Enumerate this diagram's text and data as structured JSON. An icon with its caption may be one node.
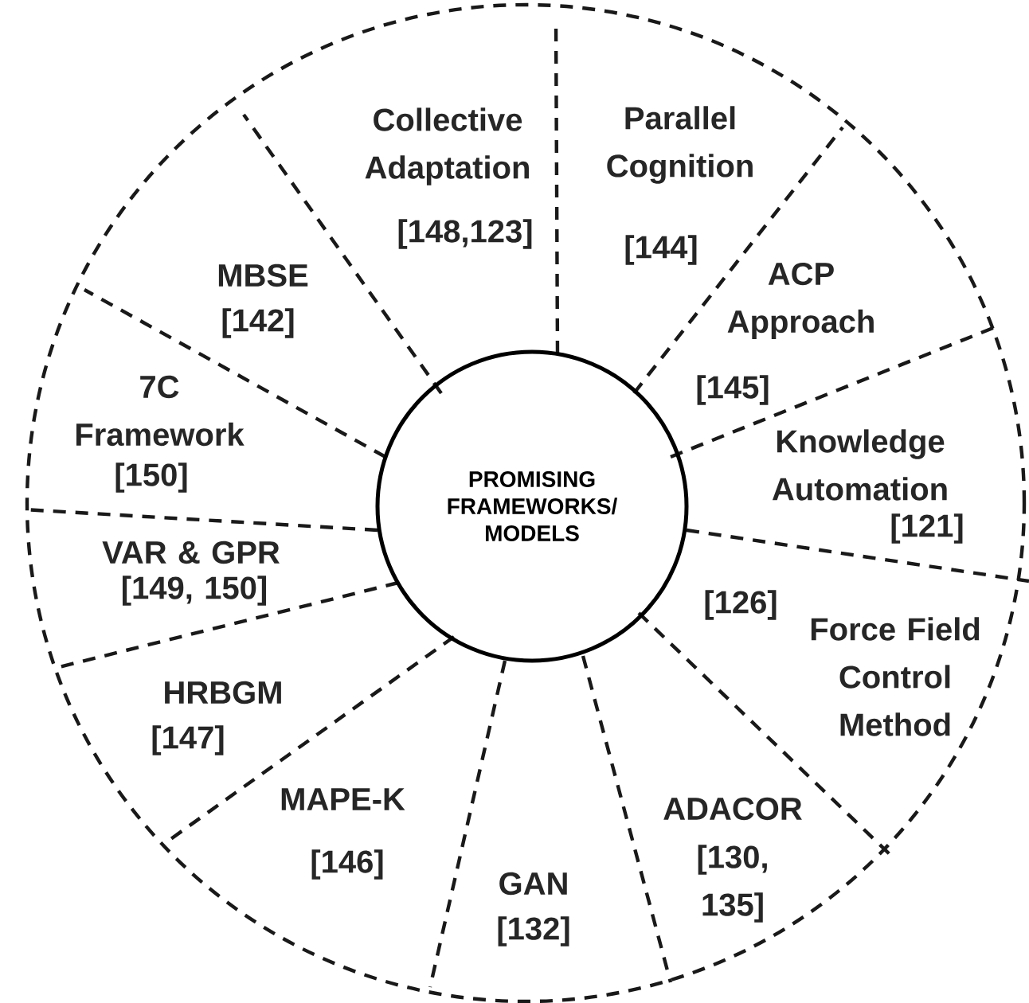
{
  "diagram": {
    "nodes": [
      {
        "text": [
          "PROMISING FRAMEWORKS/ MODELS"
        ]
      },
      {
        "text": [
          "Collective Adaptation",
          "[148,123]"
        ]
      },
      {
        "text": [
          "Parallel Cognition",
          "[144]"
        ]
      },
      {
        "text": [
          "ACP Approach",
          "[145]"
        ]
      },
      {
        "text": [
          "Knowledge Automation",
          "[121]"
        ]
      },
      {
        "text": [
          "[126]",
          "Force Field Control Method"
        ]
      },
      {
        "text": [
          "ADACOR",
          "[130, 135]"
        ]
      },
      {
        "text": [
          "GAN",
          "[132]"
        ]
      },
      {
        "text": [
          "MAPE-K",
          "[146]"
        ]
      },
      {
        "text": [
          "HRBGM",
          "[147]"
        ]
      },
      {
        "text": [
          "VAR & GPR",
          "[149, 150]"
        ]
      },
      {
        "text": [
          "7C Framework",
          "[150]"
        ]
      },
      {
        "text": [
          "MBSE",
          "[142]"
        ]
      }
    ]
  }
}
